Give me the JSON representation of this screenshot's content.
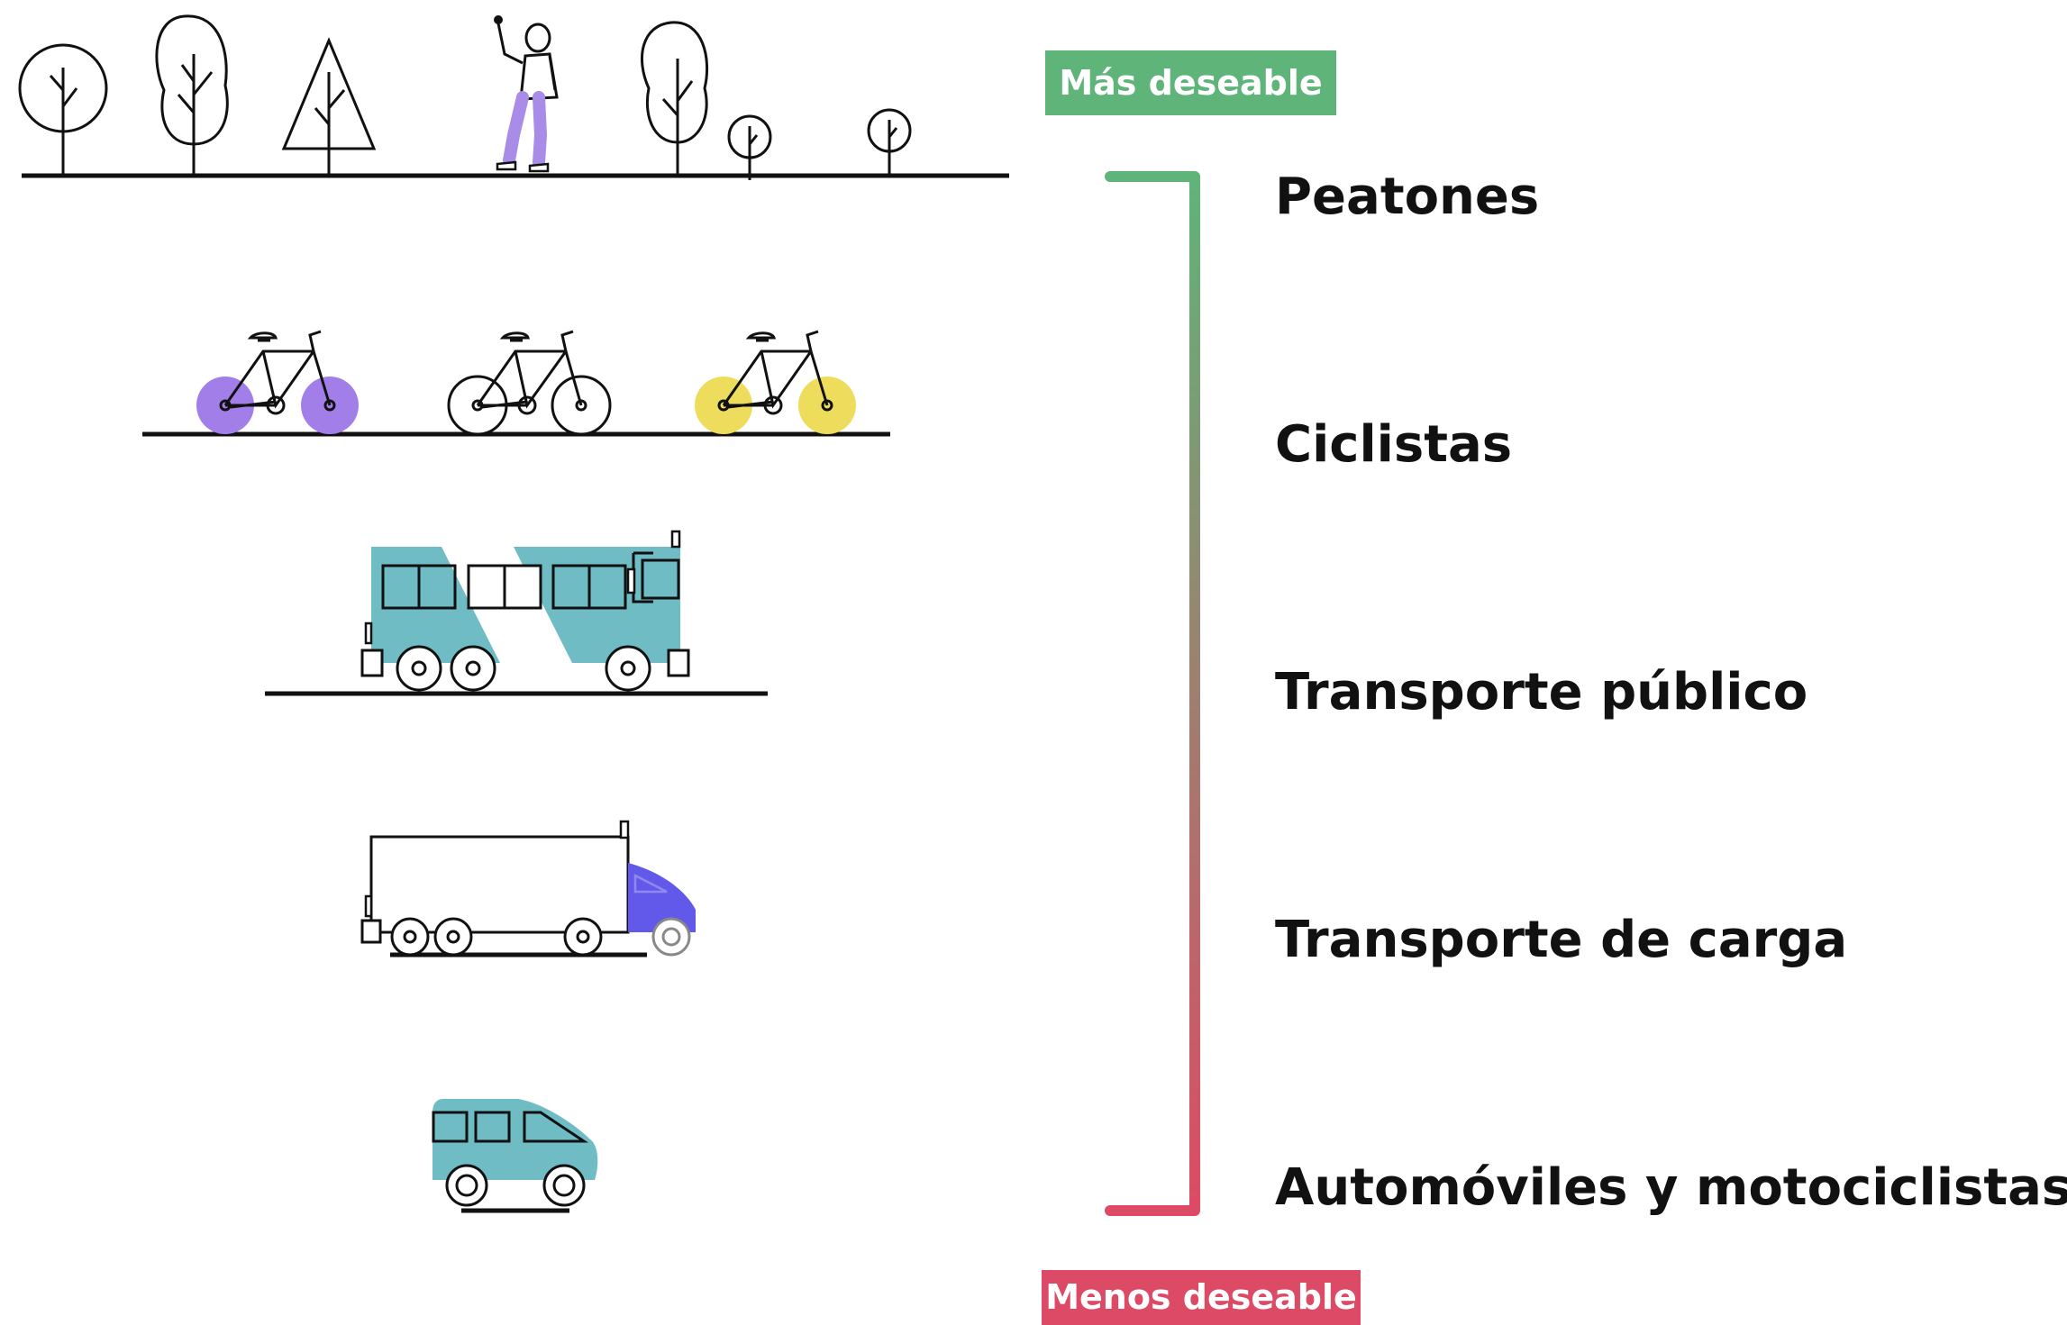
{
  "labels": {
    "top": "Más deseable",
    "bottom": "Menos deseable"
  },
  "modes": [
    {
      "label": "Peatones",
      "icon": "pedestrian-icon"
    },
    {
      "label": "Ciclistas",
      "icon": "bicycle-icon"
    },
    {
      "label": "Transporte público",
      "icon": "bus-icon"
    },
    {
      "label": "Transporte de carga",
      "icon": "truck-icon"
    },
    {
      "label": "Automóviles y motociclistas",
      "icon": "car-icon"
    }
  ],
  "colors": {
    "most_desirable": "#5fb47a",
    "least_desirable": "#dd4a66",
    "text": "#111111",
    "line": "#111111",
    "teal": "#6fbcc5",
    "purple": "#a27ee8",
    "yellow": "#eedd5c",
    "truck_cab": "#6258ea",
    "pants": "#a98be8"
  }
}
